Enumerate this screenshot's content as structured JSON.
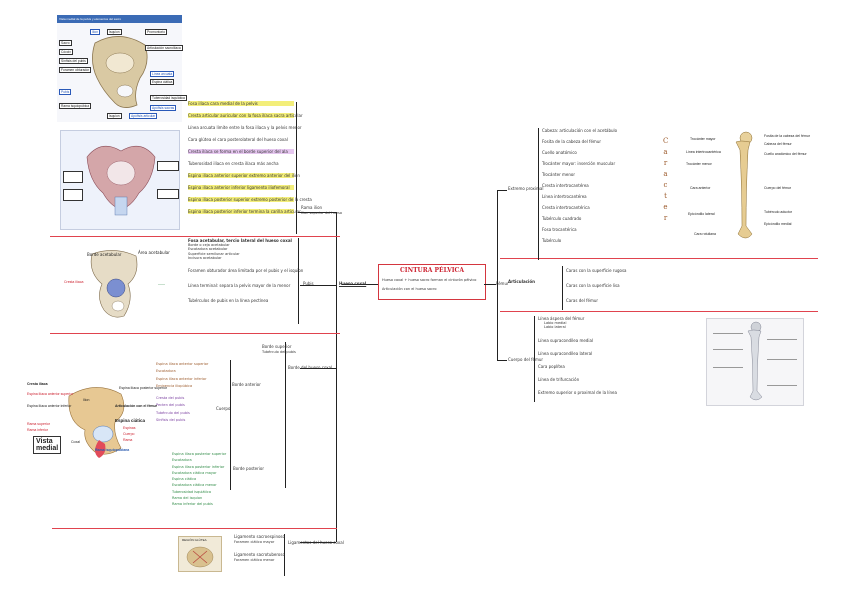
{
  "center": {
    "title": "CINTURA PÉLVICA",
    "note1": "Hueso coxal + hueso sacro forman el cinturón pélvico",
    "note2": "Articulación con el hueso sacro"
  },
  "left_main": {
    "hueso_coxal": "Hueso coxal",
    "rama_ilion": "Rama ilion",
    "rama_ilion_sub": "Ilion superior del hueso",
    "pubis_root": "Pubis",
    "borde_hueso_coxal": "Borde del hueso coxal",
    "lig_hueso_coxal": "Ligamentos del hueso coxal"
  },
  "ilion_items": [
    {
      "text": "Fosa ilíaca cara medial de la pelvis",
      "hl": "y"
    },
    {
      "text": "Cresta articular auricular con la fosa ilíaca sacra articular",
      "hl": "y"
    },
    {
      "text": "Línea arcuata límite entre la fosa ilíaca y la pelvis menor",
      "hl": ""
    },
    {
      "text": "Cara glútea el cara posterolateral del hueso coxal",
      "hl": ""
    },
    {
      "text": "Cresta ilíaca se forma en el borde superior del ala",
      "hl": "p"
    },
    {
      "text": "Tuberosidad ilíaca en cresta ilíaca más ancha",
      "hl": ""
    },
    {
      "text": "Espina ilíaca anterior superior extremo anterior del ilion",
      "hl": "y"
    },
    {
      "text": "Espina ilíaca anterior inferior ligamento iliofemoral",
      "hl": "y"
    },
    {
      "text": "Espina ilíaca posterior superior extremo posterior de la cresta",
      "hl": "y"
    },
    {
      "text": "Espina ilíaca posterior inferior termina la carilla articular",
      "hl": "y"
    }
  ],
  "acetabulo_items": [
    "Fosa acetabular, tercio lateral del hueso coxal",
    "Borde o ceja acetabular",
    "Escotadura acetabular",
    "Superficie semilunar articular",
    "Incisura acetabular"
  ],
  "acetabulo_extra": [
    "Foramen obturador área limitada por el pubis y el isquion",
    "Línea terminal: separa la pelvis mayor de la menor",
    "Tubérculos de pubis en la línea pectínea"
  ],
  "pubis_items": {
    "cuerpo": "Cuerpo",
    "rama_sup": "Rama superior",
    "rama_inf": "Rama inferior",
    "borde_sup": "Borde superior",
    "borde_sup_sub": "Tubérculo del pubis",
    "borde_ant": "Borde anterior",
    "borde_post": "Borde posterior",
    "isquion": "Isquion",
    "cuerpo_isq": "Cuerpo del isquion",
    "rama_isq": "Rama del isquion",
    "tuber": "Tuberosidad isquiática",
    "espina_isq": "Espina ciática",
    "escot_mayor": "Escotadura ciática mayor",
    "escot_menor": "Escotadura ciática menor"
  },
  "pubis_list_a": [
    "Espina ilíaca anterior superior",
    "Escotadura",
    "Espina ilíaca anterior inferior",
    "Eminencia iliopúbica"
  ],
  "pubis_list_b": [
    "Cresta del pubis",
    "Pecten del pubis",
    "Tubérculo del pubis",
    "Sínfisis del pubis"
  ],
  "pubis_list_c": [
    "Espina ilíaca posterior superior",
    "Escotadura",
    "Espina ilíaca posterior inferior",
    "Escotadura ciática mayor",
    "Espina ciática",
    "Escotadura ciática menor",
    "Tuberosidad isquiática",
    "Rama del isquion",
    "Rama inferior del pubis"
  ],
  "ligaments": [
    "Ligamento sacroespinoso",
    "Foramen ciático mayor",
    "Ligamento sacrotuberoso",
    "Foramen ciático menor"
  ],
  "femur": {
    "root": "Fémur",
    "extremo_proximal": "Extremo proximal",
    "cabeza": "Cabeza",
    "articulacion": "Articulación",
    "cuello": "Cuello",
    "cuerpo": "Cuerpo del fémur",
    "caras_title": "Caracter",
    "cara_ant": "Caras con la superficie rugosa",
    "cara_med": "Caras con la superficie lisa",
    "cara_lat": "Caras del fémur",
    "linea_aspera": "Línea áspera del fémur",
    "labio_med": "Labio medial",
    "labio_lat": "Labio lateral",
    "linea_supracond_med": "Línea supracondílea medial",
    "linea_supracond_lat": "Línea supracondílea lateral",
    "cara_poplitea": "Cara poplítea",
    "linea_trifurcacion": "Línea de trifurcación",
    "ramas": "Extremo superior o proximal de la línea"
  },
  "femur_items": [
    "Cabeza: articulación con el acetábulo",
    "Fosita de la cabeza del fémur",
    "Cuello anatómico",
    "Trocánter mayor: inserción muscular",
    "Trocánter menor",
    "Cresta intertrocantérea",
    "Línea intertrocantérea",
    "Cresta intertrocantérica",
    "Tubérculo cuadrado",
    "Fosa trocantérica",
    "Tubérculo"
  ],
  "femur_labels": [
    "Trocánter mayor",
    "Fosita de la cabeza del fémur",
    "Cabeza del fémur",
    "Cuello anatómico del fémur",
    "Línea intertrocantérica",
    "Trocánter menor",
    "Cara anterior",
    "Cuerpo del fémur",
    "Tubérculo aductor",
    "Epicóndilo lateral",
    "Epicóndilo medial",
    "Cara rotuliana"
  ],
  "pelvis_top": {
    "title": "Vista medial de la pelvis y elementos del sacro",
    "labels_left": [
      "Ilion",
      "Isquion",
      "Pubis",
      "Sacro",
      "Cóccix",
      "Sínfisis del pubis",
      "Foramen obturador",
      "Rama isquiopúbica"
    ],
    "labels_right": [
      "Promontorio",
      "Articulación sacroilíaca",
      "Línea arcuata",
      "Espina ciática",
      "Tuberosidad isquiática",
      "Apófisis sacras"
    ],
    "bottom": [
      "Isquion",
      "Apófisis articular"
    ]
  },
  "pelvis_bottom": {
    "labels": [
      "Cresta ilíaca",
      "Espina ilíaca anterior superior",
      "Espina ilíaca anterior inferior",
      "Rama superior",
      "Rama inferior",
      "Espina ilíaca posterior superior",
      "Ilion",
      "Articulación con el fémur",
      "Espina ciática",
      "Espinas",
      "Cuerpo",
      "Rama",
      "Coxal",
      "Rama isquiopubiana"
    ],
    "vista": "Vista medial"
  },
  "glutea": {
    "title": "REGIÓN GLÚTEA"
  },
  "pelvis_mid": {
    "l1": "Borde acetabular",
    "l2": "Área acetabular",
    "l3": "Cresta ilíaca"
  }
}
